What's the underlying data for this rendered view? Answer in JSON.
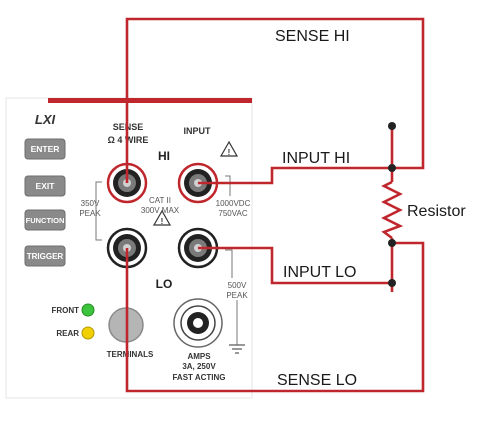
{
  "diagram": {
    "labels": {
      "sense_hi": "SENSE HI",
      "sense_lo": "SENSE LO",
      "input_hi": "INPUT HI",
      "input_lo": "INPUT LO",
      "resistor": "Resistor"
    },
    "meter": {
      "logo": "LXI",
      "buttons": [
        "ENTER",
        "EXIT",
        "FUNCTION",
        "TRIGGER"
      ],
      "sense_title_line1": "SENSE",
      "sense_title_line2": "Ω 4 WIRE",
      "input_title": "INPUT",
      "hi": "HI",
      "lo": "LO",
      "peak_350": "350V",
      "peak_350_b": "PEAK",
      "cat_line1": "CAT II",
      "cat_line2": "300V MAX",
      "vdc": "1000VDC",
      "vac": "750VAC",
      "peak_500": "500V",
      "peak_500_b": "PEAK",
      "front": "FRONT",
      "rear": "REAR",
      "terminals": "TERMINALS",
      "amps_line1": "AMPS",
      "amps_line2": "3A, 250V",
      "amps_line3": "FAST ACTING"
    },
    "colors": {
      "wire": "#c0272d",
      "panel_stripe": "#c0272d",
      "button": "#8a8a8a",
      "front_led": "#3cc43c",
      "rear_led": "#f0d000"
    }
  }
}
